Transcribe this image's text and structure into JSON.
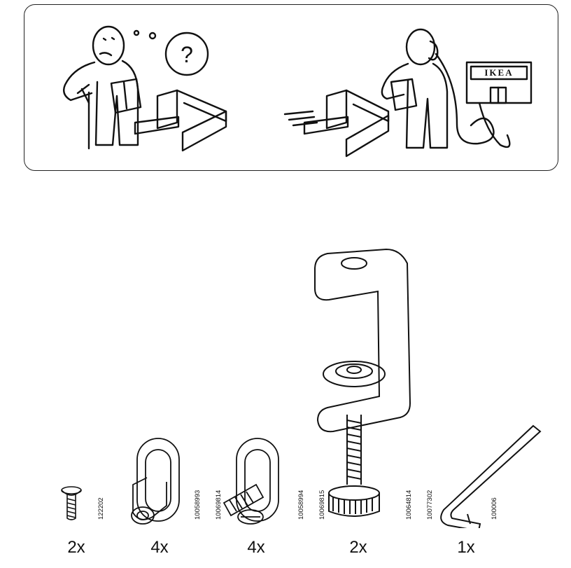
{
  "help_panel": {
    "question_mark": "?",
    "brand_sign": "IKEA"
  },
  "parts": [
    {
      "quantity": "2x",
      "article_numbers": [
        "122202"
      ],
      "icon": "screw-icon"
    },
    {
      "quantity": "4x",
      "article_numbers": [
        "10058993",
        "10069814"
      ],
      "icon": "cam-lock-housing-icon"
    },
    {
      "quantity": "4x",
      "article_numbers": [
        "10058994",
        "10069815"
      ],
      "icon": "cam-bolt-icon"
    },
    {
      "quantity": "2x",
      "article_numbers": [
        "10064814",
        "10077302"
      ],
      "icon": "c-clamp-icon"
    },
    {
      "quantity": "1x",
      "article_numbers": [
        "100006"
      ],
      "icon": "allen-key-icon"
    }
  ]
}
